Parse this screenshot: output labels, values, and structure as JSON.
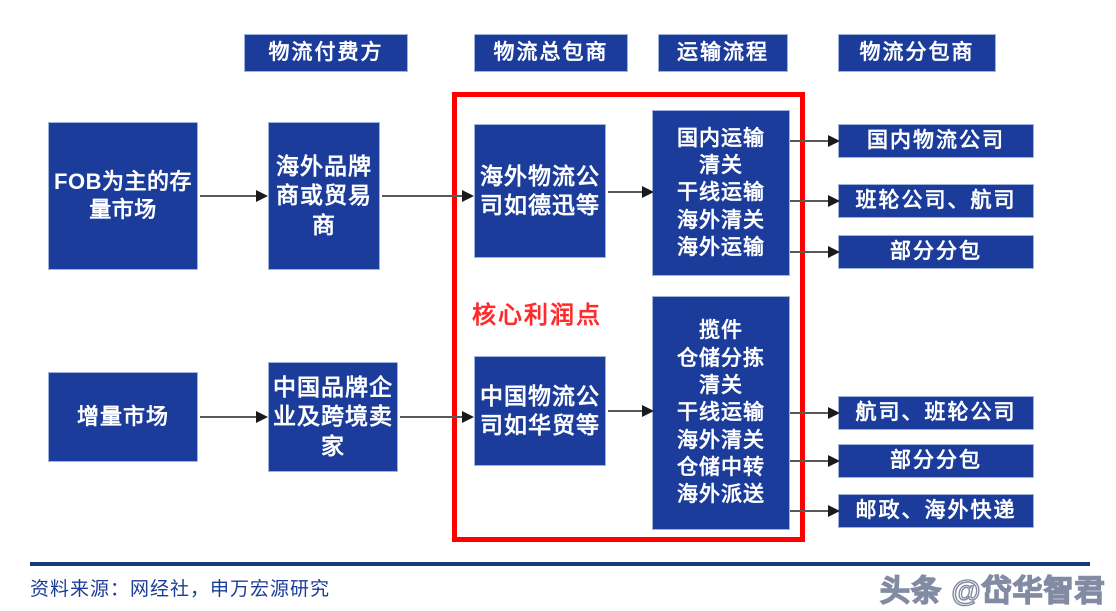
{
  "diagram": {
    "column_headers": [
      {
        "label": "物流付费方"
      },
      {
        "label": "物流总包商"
      },
      {
        "label": "运输流程"
      },
      {
        "label": "物流分包商"
      }
    ],
    "rows": {
      "top": {
        "market": "FOB为主的存量市场",
        "payer": "海外品牌商或贸易商",
        "contractor": "海外物流公司如德迅等",
        "process_steps": "国内运输\n清关\n干线运输\n海外清关\n海外运输",
        "subcontractors": [
          "国内物流公司",
          "班轮公司、航司",
          "部分分包"
        ]
      },
      "bottom": {
        "market": "增量市场",
        "payer": "中国品牌企业及跨境卖家",
        "contractor": "中国物流公司如华贸等",
        "process_steps": "揽件\n仓储分拣\n清关\n干线运输\n海外清关\n仓储中转\n海外派送",
        "subcontractors": [
          "航司、班轮公司",
          "部分分包",
          "邮政、海外快递"
        ]
      }
    },
    "annotation": {
      "core_profit_label": "核心利润点"
    }
  },
  "footer": {
    "source": "资料来源：网经社，申万宏源研究",
    "watermark": "头条 @岱华智君"
  },
  "colors": {
    "box_blue": "#1b3c9b",
    "highlight_red": "#ff0000",
    "annotation_red": "#ff2a2a",
    "arrow_gray": "#595959",
    "footer_navy": "#153a78"
  }
}
